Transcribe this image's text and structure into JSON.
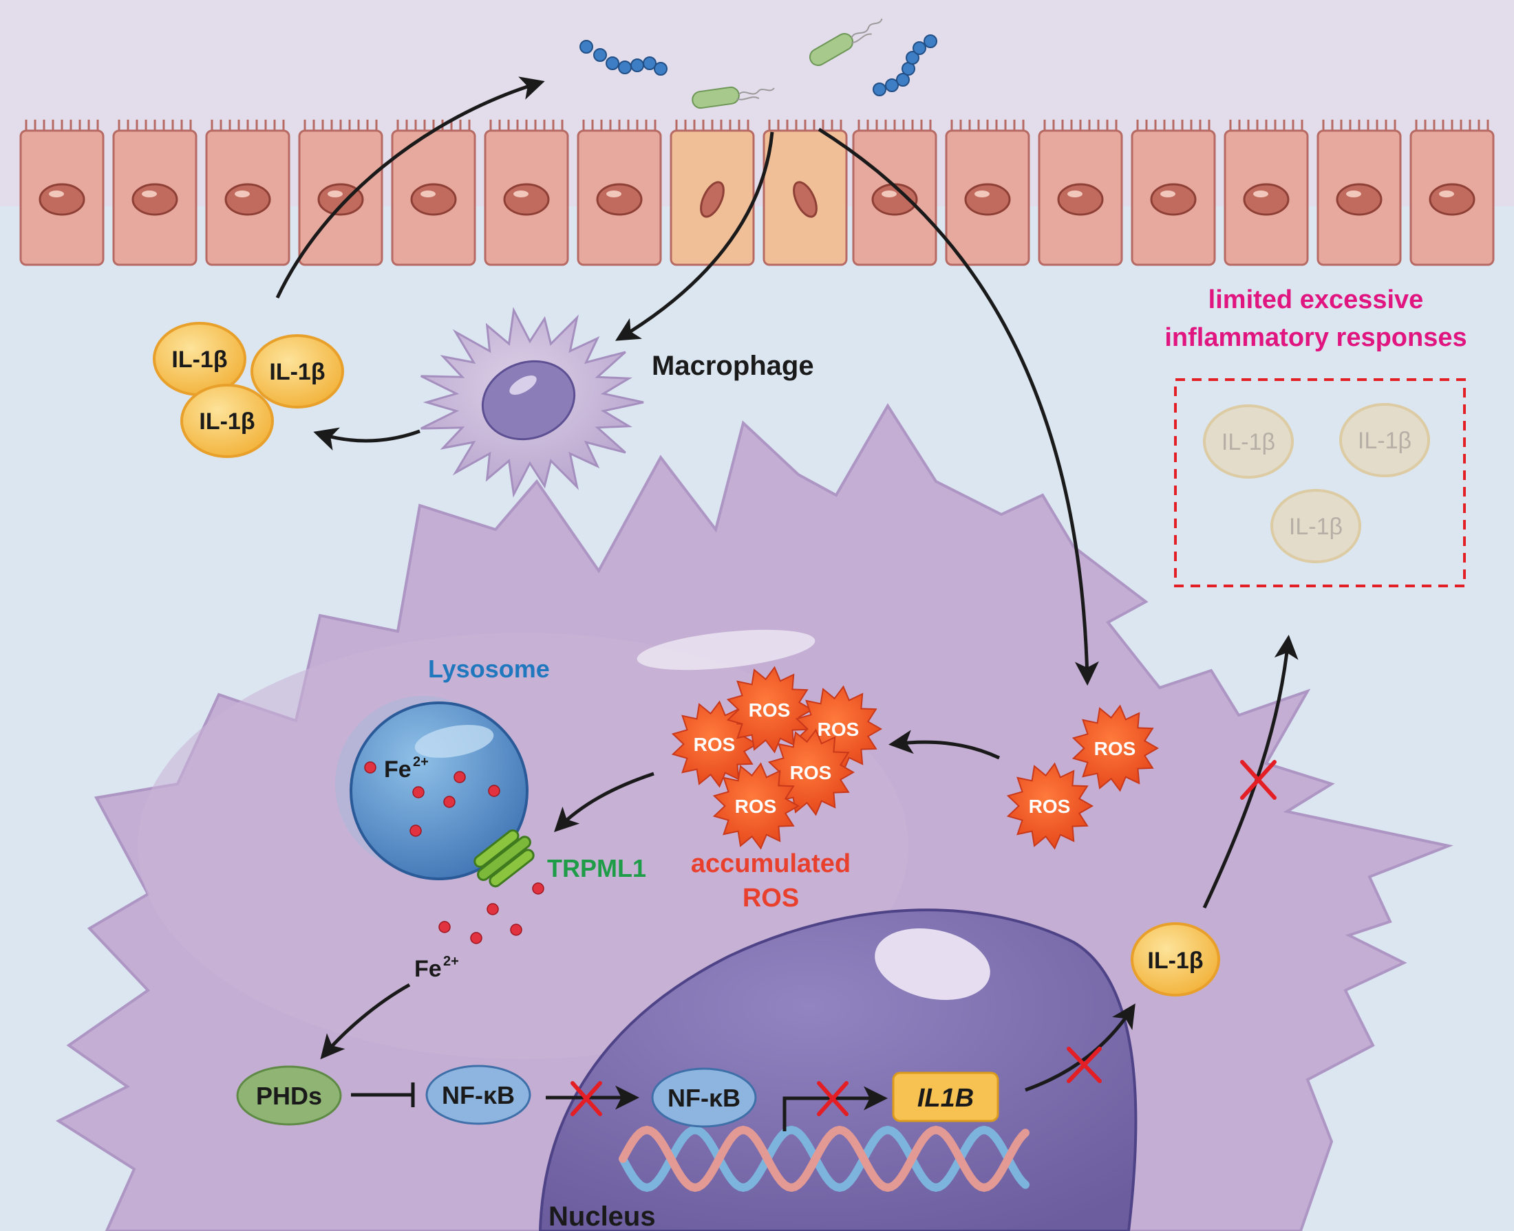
{
  "labels": {
    "macrophage": "Macrophage",
    "lysosome": "Lysosome",
    "fe_inside": "Fe",
    "fe_inside_sup": "2+",
    "fe_released": "Fe",
    "fe_released_sup": "2+",
    "trpml1": "TRPML1",
    "accumulated_line1": "accumulated",
    "accumulated_line2": "ROS",
    "limited_line1": "limited excessive",
    "limited_line2": "inflammatory responses",
    "phds": "PHDs",
    "nfkb_cytoplasm": "NF-κB",
    "nfkb_nucleus": "NF-κB",
    "il1b_gene": "IL1B",
    "il1b_product": "IL-1β",
    "nucleus": "Nucleus"
  },
  "il1b_secreted": [
    "IL-1β",
    "IL-1β",
    "IL-1β"
  ],
  "il1b_limited": [
    "IL-1β",
    "IL-1β",
    "IL-1β"
  ],
  "ros_cluster": [
    "ROS",
    "ROS",
    "ROS",
    "ROS",
    "ROS"
  ],
  "ros_single": [
    "ROS",
    "ROS"
  ],
  "colors": {
    "background": "#dbe6f1",
    "lumen": "#e3dcea",
    "epithelium": "#e7a89d",
    "cell_body": "#c4aed3",
    "nucleus": "#7f71ac",
    "lysosome": "#5a8ec6",
    "ros": "#ef5a23",
    "il1b": "#f7c252",
    "phds": "#8fb474",
    "nfkb": "#8db5df",
    "arrow": "#1a1a1a",
    "block_x": "#e31e24",
    "limited_text": "#e0157f",
    "trpml1_text": "#1e9c48",
    "accumulated_text": "#e8402c",
    "lysosome_text": "#1f77bd"
  }
}
